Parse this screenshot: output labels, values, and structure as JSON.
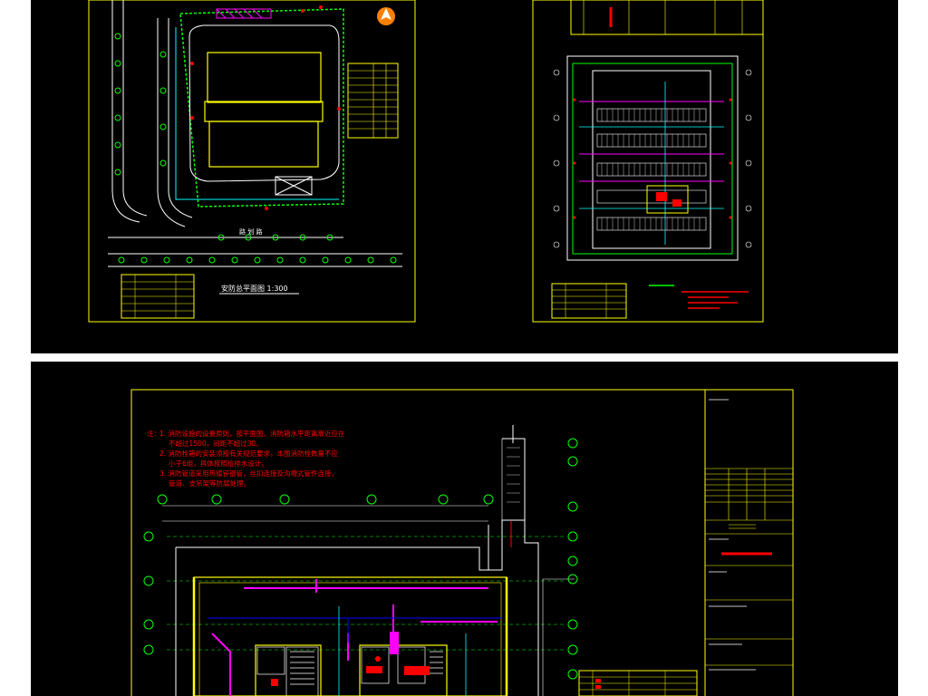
{
  "site_plan": {
    "title": "安防总平面图 1:300",
    "road_label": "路 划 路"
  },
  "notes": {
    "prefix": "注：",
    "lines": [
      "1. 消防设施的设置原则，按平面图，消防箱水平距离靠近应在",
      "不超过1500，间距不超过30。",
      "2. 消防栓箱的安装须按有关规范要求，本图消防栓数量不应",
      "小于6组，具体按照给排水设计。",
      "3. 消防管道采用热镀锌钢管，丝扣连接及沟槽式管件连接，",
      "管道、支吊架等防腐处理。"
    ]
  },
  "colors": {
    "background": "#000000",
    "border": "#ffff00",
    "accent_red": "#ff0000",
    "accent_magenta": "#ff00ff",
    "accent_green": "#00ff00",
    "accent_cyan": "#00ffff"
  },
  "icons": [
    "north-arrow-icon"
  ]
}
